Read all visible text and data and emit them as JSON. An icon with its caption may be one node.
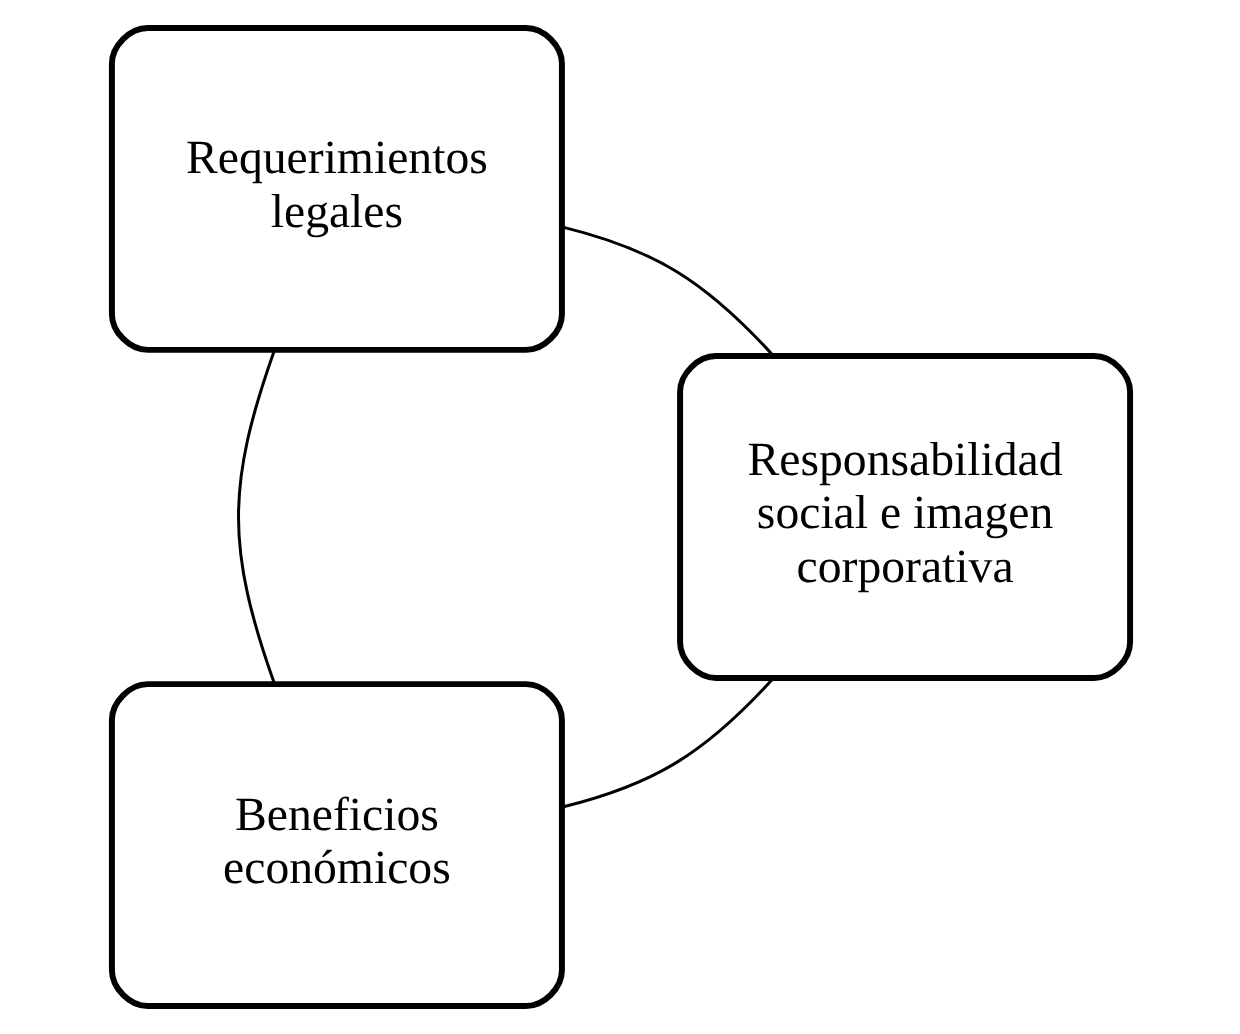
{
  "diagram": {
    "nodes": [
      {
        "text": [
          "Beneficios económicos"
        ]
      },
      {
        "text": [
          "Responsabilidad social e imagen corporativa"
        ]
      },
      {
        "text": [
          "Requerimientos legales"
        ]
      }
    ],
    "edges": [
      {
        "from": 0,
        "to": 2,
        "arrow": "none"
      },
      {
        "from": 2,
        "to": 1,
        "arrow": "none"
      },
      {
        "from": 1,
        "to": 0,
        "arrow": "none"
      }
    ]
  }
}
